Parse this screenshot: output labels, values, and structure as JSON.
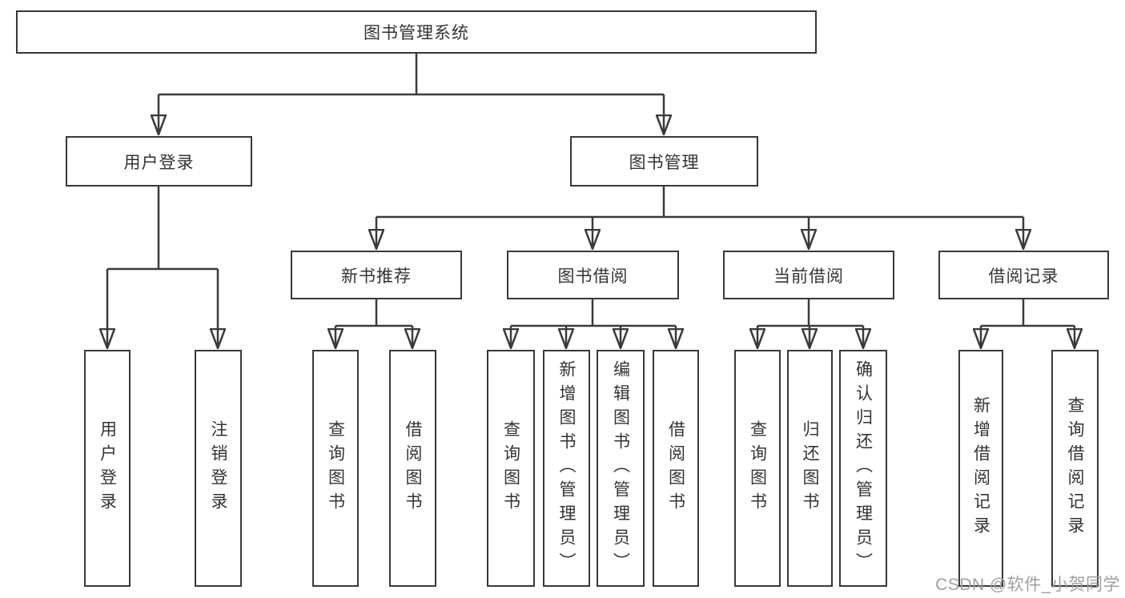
{
  "diagram": {
    "root": {
      "label": "图书管理系统"
    },
    "branches": [
      {
        "label": "用户登录",
        "children": [
          {
            "label": "用户登录"
          },
          {
            "label": "注销登录"
          }
        ]
      },
      {
        "label": "图书管理",
        "children": [
          {
            "label": "新书推荐",
            "children": [
              {
                "label": "查询图书"
              },
              {
                "label": "借阅图书"
              }
            ]
          },
          {
            "label": "图书借阅",
            "children": [
              {
                "label": "查询图书"
              },
              {
                "label": "新增图书（管理员）"
              },
              {
                "label": "编辑图书（管理员）"
              },
              {
                "label": "借阅图书"
              }
            ]
          },
          {
            "label": "当前借阅",
            "children": [
              {
                "label": "查询图书"
              },
              {
                "label": "归还图书"
              },
              {
                "label": "确认归还（管理员）"
              }
            ]
          },
          {
            "label": "借阅记录",
            "children": [
              {
                "label": "新增借阅记录"
              },
              {
                "label": "查询借阅记录"
              }
            ]
          }
        ]
      }
    ],
    "watermark": {
      "text": "CSDN @软件_小贺同学"
    },
    "colors": {
      "line": "#3a3a3a",
      "border": "#383838",
      "text": "#333333",
      "watermark": "#9f9f9f",
      "background": "#ffffff"
    }
  }
}
